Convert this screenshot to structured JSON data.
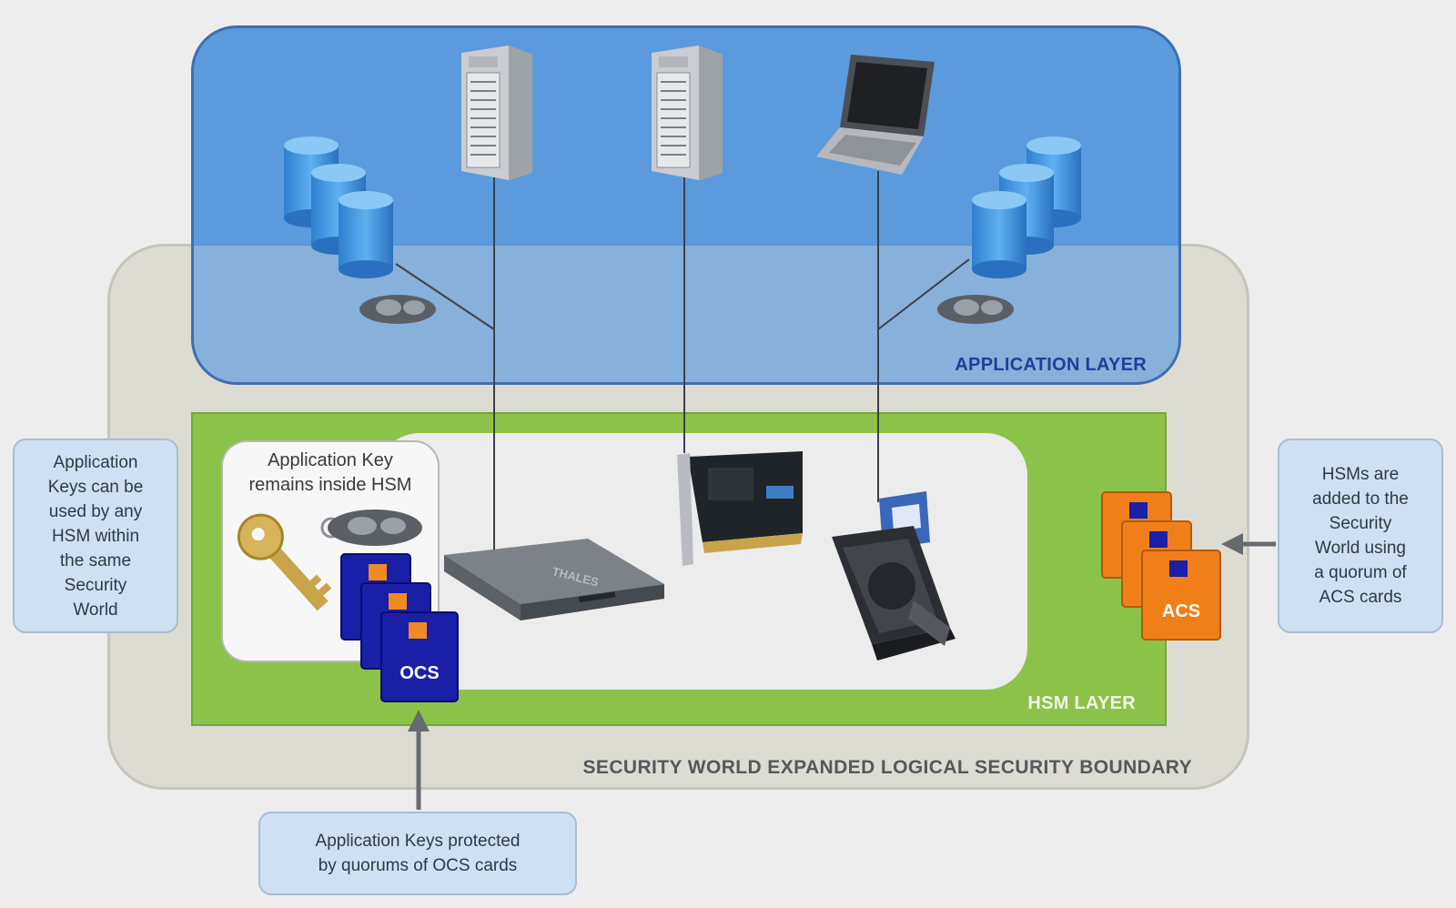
{
  "layers": {
    "boundary_label": "SECURITY WORLD EXPANDED LOGICAL SECURITY BOUNDARY",
    "application_label": "APPLICATION LAYER",
    "hsm_label": "HSM LAYER"
  },
  "key_box": {
    "label_line1": "Application Key",
    "label_line2": "remains inside HSM"
  },
  "callouts": {
    "left": [
      "Application",
      "Keys can be",
      "used by any",
      "HSM within",
      "the same",
      "Security",
      "World"
    ],
    "right": [
      "HSMs are",
      "added to the",
      "Security",
      "World using",
      "a quorum of",
      "ACS cards"
    ],
    "bottom": [
      "Application Keys protected",
      "by quorums of OCS cards"
    ]
  },
  "cards": {
    "ocs_label": "OCS",
    "acs_label": "ACS"
  },
  "hsm_brand": "THALES",
  "icons": [
    "database-icon",
    "server-icon",
    "laptop-icon",
    "key-icon",
    "network-hsm-icon",
    "pcie-hsm-card-icon",
    "usb-hsm-icon",
    "smartcard-icon"
  ],
  "colors": {
    "application_layer": "#5094dc",
    "hsm_layer": "#8bc34a",
    "boundary": "#dcdcd2",
    "ocs_card": "#1a1fa8",
    "acs_card": "#f07f1a",
    "callout": "#cfe0f2"
  }
}
